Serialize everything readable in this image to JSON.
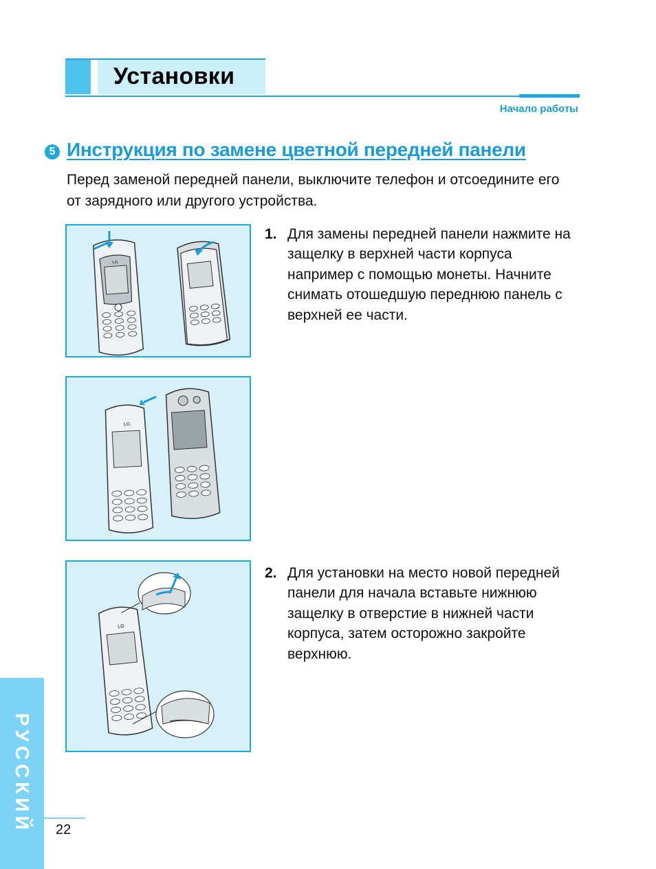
{
  "header": {
    "title": "Установки",
    "section": "Начало работы"
  },
  "section": {
    "number": "5",
    "title": "Инструкция по замене цветной передней панели",
    "intro": "Перед заменой передней панели, выключите телефон и отсоедините его от зарядного или другого устройства."
  },
  "steps": [
    {
      "number": "1.",
      "text": "Для замены передней панели нажмите на защелку в верхней части корпуса например с помощью монеты. Начните снимать отошедшую переднюю панель с верхней ее части."
    },
    {
      "number": "2.",
      "text": "Для установки на место новой передней панели для начала вставьте нижнюю защелку в отверстие в нижней части корпуса, затем осторожно закройте верхнюю."
    }
  ],
  "figures": [
    {
      "name": "Press top latch and lift front panel",
      "logo": "LG"
    },
    {
      "name": "Front panel separated from phone",
      "logo": "LG"
    },
    {
      "name": "Insert bottom latch and close top",
      "logo": "LG"
    }
  ],
  "sidebar": {
    "language": "РУССКИЙ"
  },
  "page": {
    "number": "22"
  },
  "colors": {
    "accent": "#1ca8dd",
    "accent_light": "#cdeefb",
    "sidebar": "#7dd3f6",
    "figure_bg": "#d7f1fb"
  }
}
